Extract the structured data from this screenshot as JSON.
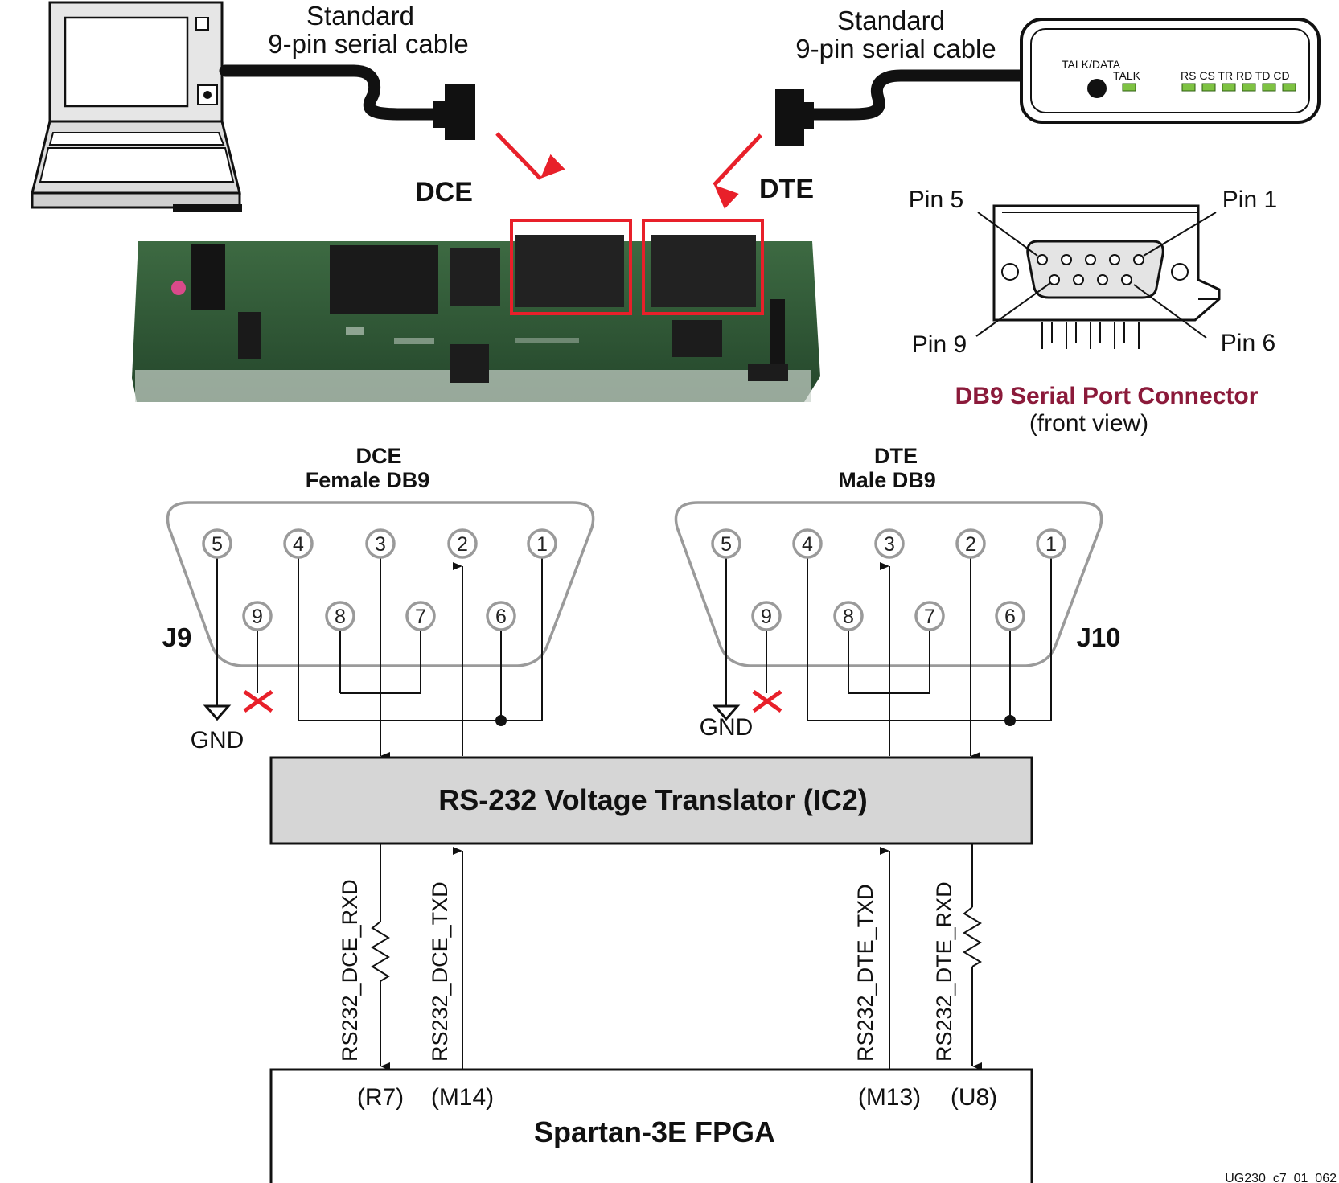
{
  "cable_left": {
    "line1": "Standard",
    "line2": "9-pin serial cable"
  },
  "cable_right": {
    "line1": "Standard",
    "line2": "9-pin serial cable"
  },
  "board_labels": {
    "dce": "DCE",
    "dte": "DTE"
  },
  "modem": {
    "talk_data": "TALK/DATA",
    "talk": "TALK",
    "leds": "RS CS TR RD TD CD"
  },
  "connector_front": {
    "pin5": "Pin 5",
    "pin1": "Pin 1",
    "pin9": "Pin 9",
    "pin6": "Pin 6",
    "title": "DB9 Serial Port Connector",
    "subtitle": "(front view)"
  },
  "dce_connector": {
    "title1": "DCE",
    "title2": "Female DB9",
    "ref": "J9",
    "gnd": "GND",
    "pins_top": [
      "5",
      "4",
      "3",
      "2",
      "1"
    ],
    "pins_bottom": [
      "9",
      "8",
      "7",
      "6"
    ]
  },
  "dte_connector": {
    "title1": "DTE",
    "title2": "Male DB9",
    "ref": "J10",
    "gnd": "GND",
    "pins_top": [
      "5",
      "4",
      "3",
      "2",
      "1"
    ],
    "pins_bottom": [
      "9",
      "8",
      "7",
      "6"
    ]
  },
  "translator": {
    "label": "RS-232 Voltage Translator (IC2)"
  },
  "signals": {
    "dce_rxd": "RS232_DCE_RXD",
    "dce_txd": "RS232_DCE_TXD",
    "dte_txd": "RS232_DTE_TXD",
    "dte_rxd": "RS232_DTE_RXD"
  },
  "fpga": {
    "label": "Spartan-3E FPGA",
    "pins": [
      "(R7)",
      "(M14)",
      "(M13)",
      "(U8)"
    ]
  },
  "figure_id": "UG230_c7_01_062",
  "colors": {
    "arrow_red": "#e8202a",
    "connector_title": "#8b1a3a",
    "translator_fill": "#d6d6d6",
    "pcb_green": "#2f5a35",
    "led_green": "#7ec242"
  }
}
